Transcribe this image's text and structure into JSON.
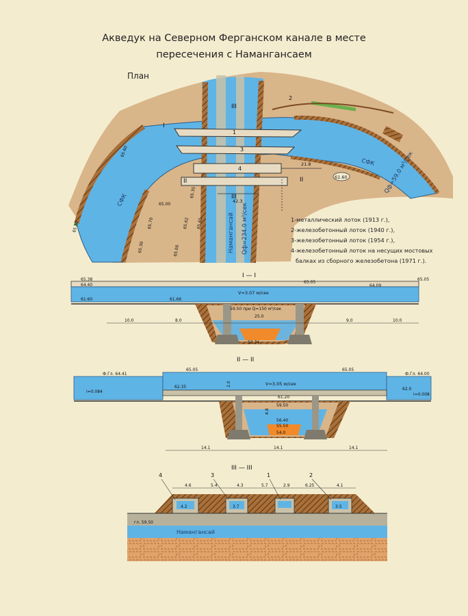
{
  "title_line1": "Акведук на Северном Ферганском канале в месте",
  "title_line2": "пересечения с  Намангансаем",
  "plan_label": "План",
  "colors": {
    "water": "#5fb4e6",
    "earth": "#d9b58a",
    "concrete": "#c9c2a8",
    "orange": "#f08a2a",
    "paper": "#f4eccf"
  },
  "plan": {
    "roman": [
      "I",
      "II",
      "III"
    ],
    "nums": [
      "1",
      "2",
      "3",
      "4"
    ],
    "sfk": "СФК",
    "naman": "Намангансай",
    "flow_sfk": "Qф=59.0 м³/сек",
    "flow_naman": "Qф=234.0 м³/сек",
    "dims": {
      "d21": "21.8",
      "d42": "42.3",
      "d6160": "61.60"
    },
    "elev": [
      "65.60",
      "65.30",
      "65.00",
      "65.70",
      "65.30",
      "65.62",
      "65.35",
      "65.65",
      "65.00"
    ]
  },
  "legend": [
    "1-металлический лоток (1913 г.),",
    "2-железобетонный  лоток  (1940 г.),",
    "3-железобетонный лоток (1954 г.),",
    "4-железобетонный лоток на несущих мостовых",
    "балках из сборного железобетона (1971 г.)."
  ],
  "section1": {
    "label": "I — I",
    "marks": [
      "65.38",
      "64.40",
      "61.60",
      "65.05",
      "64.09",
      "65.05",
      "61.66"
    ],
    "flow": "V=3.07 м/сек",
    "water": "59.50 при Q=150 м³/сек",
    "span": "25.0",
    "bottom": "53.74",
    "dims": [
      "10.0",
      "8.0",
      "9.0",
      "10.0"
    ]
  },
  "section2": {
    "label": "II — II",
    "marks": [
      "Ф.Гл. 64.41",
      "65.05",
      "65.05",
      "Ф.Гл. 64.00",
      "62.35",
      "61.20",
      "59.50",
      "56.40",
      "55.50",
      "54.0",
      "62.0",
      "i=0.084",
      "i=0.008"
    ],
    "flow": "V=3.05 м/сек",
    "pier_h": "2.0",
    "gap": "4.8",
    "dims": [
      "14.1",
      "14.1",
      "14.1"
    ]
  },
  "section3": {
    "label": "III — III",
    "callouts": [
      "4",
      "3",
      "1",
      "2"
    ],
    "dims": [
      "4.6",
      "5.4",
      "4.3",
      "5.7",
      "2.9",
      "6.25",
      "4.1"
    ],
    "inner": [
      "4.2",
      "3.7",
      "3.5"
    ],
    "mark": "гл. 59.50",
    "naman": "Намангансай"
  }
}
